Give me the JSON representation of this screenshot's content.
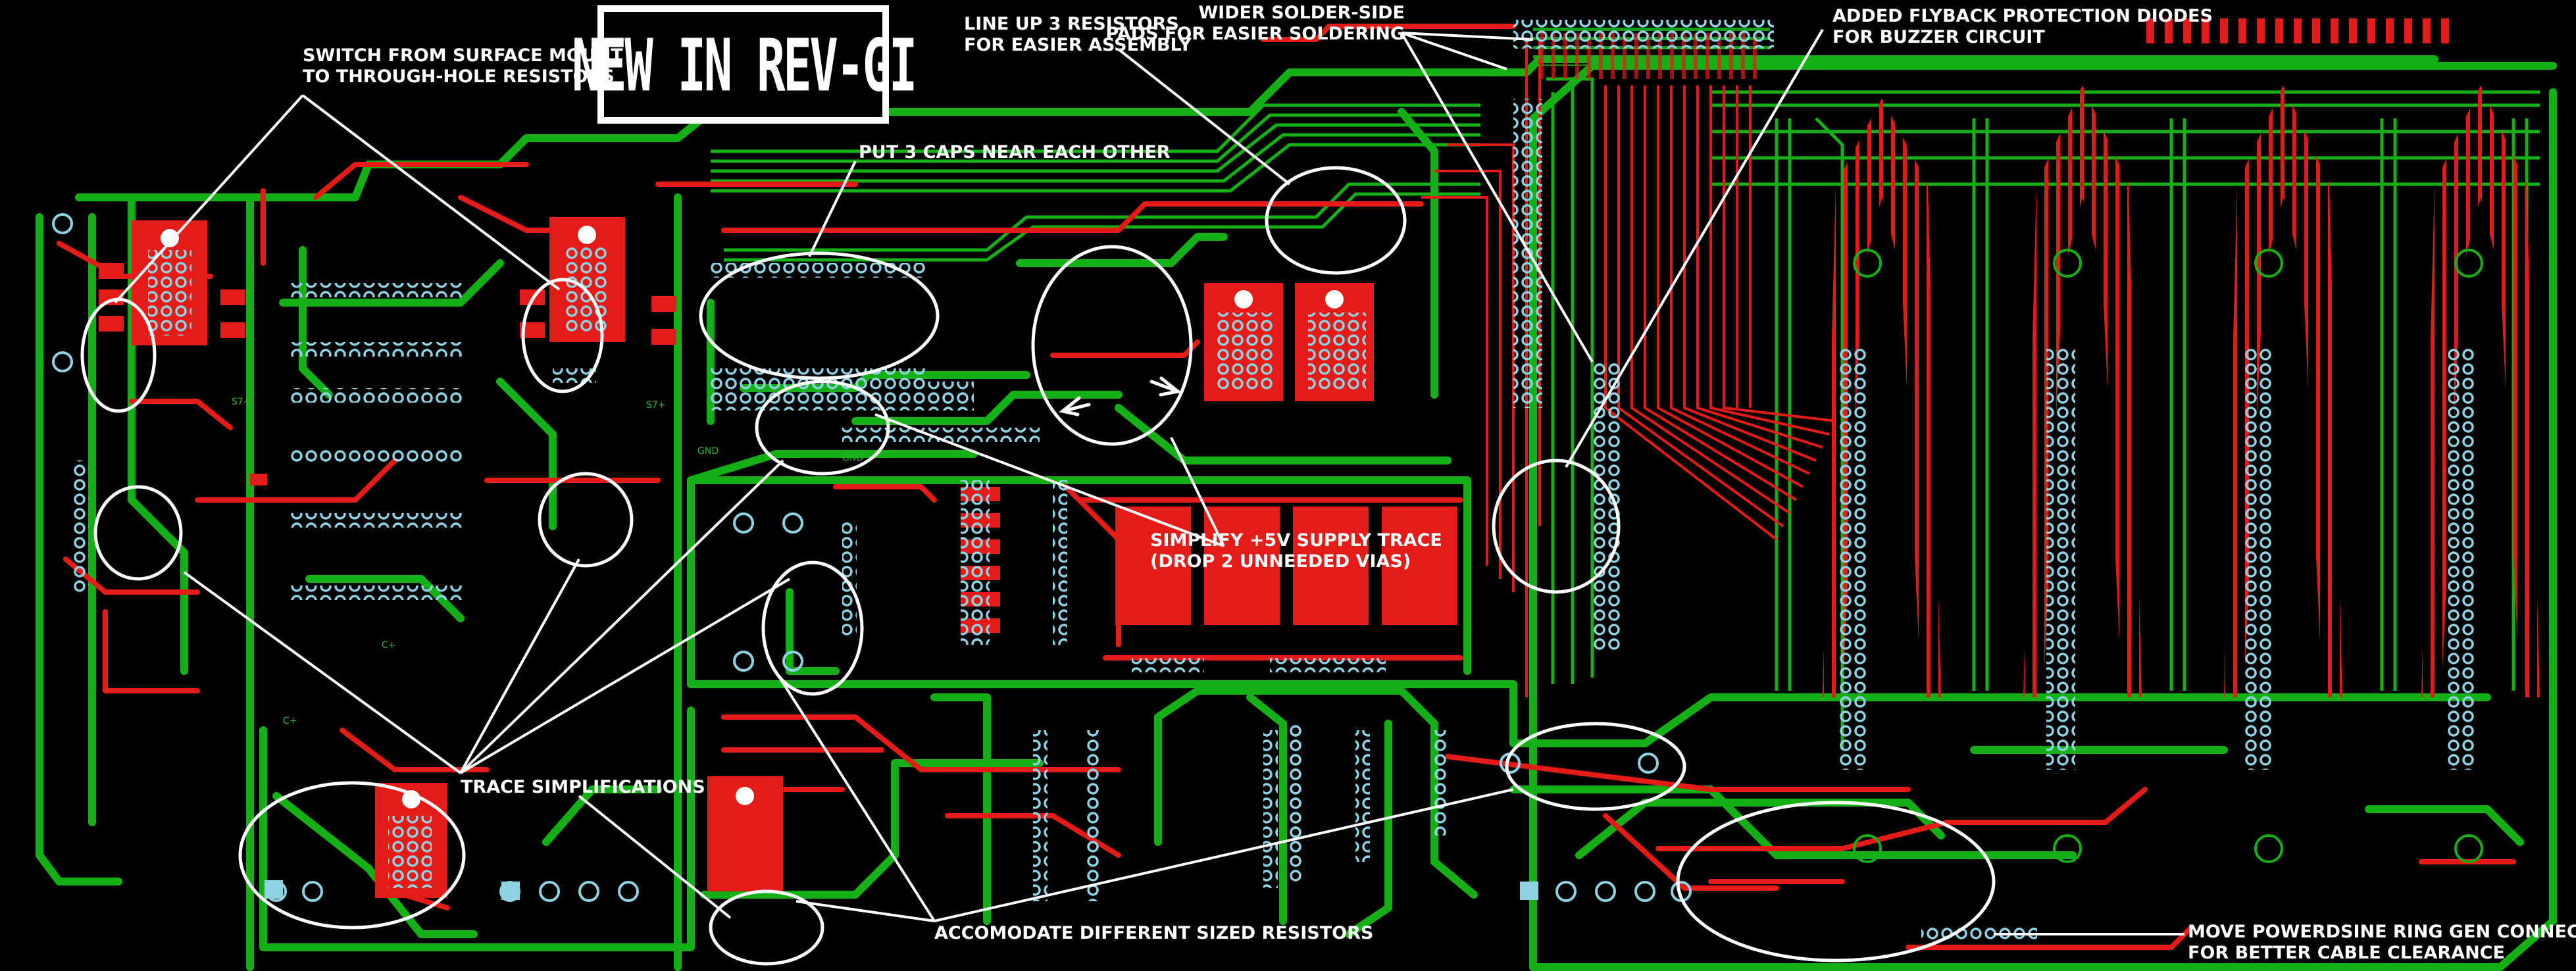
{
  "title": "NEW IN REV-GI",
  "colors": {
    "background": "#000000",
    "top_copper": "#e41b17",
    "bottom_copper": "#15b015",
    "pad": "#8fd3e3",
    "annotation": "#ffffff"
  },
  "annotations": {
    "smd_to_th": [
      "SWITCH FROM SURFACE MOUNT",
      "TO THROUGH-HOLE RESISTORS"
    ],
    "line_up": [
      "LINE UP 3 RESISTORS",
      "FOR EASIER ASSEMBLY"
    ],
    "wider_pads": [
      "WIDER SOLDER-SIDE",
      "PADS FOR EASIER SOLDERING"
    ],
    "flyback": [
      "ADDED FLYBACK PROTECTION DIODES",
      "FOR BUZZER CIRCUIT"
    ],
    "caps": [
      "PUT 3 CAPS NEAR EACH OTHER"
    ],
    "supply": [
      "SIMPLIFY +5V SUPPLY TRACE",
      "(DROP 2 UNNEEDED VIAS)"
    ],
    "trace_simpl": [
      "TRACE SIMPLIFICATIONS"
    ],
    "resistors": [
      "ACCOMODATE DIFFERENT SIZED RESISTORS"
    ],
    "powerdsine": [
      "MOVE POWERDSINE RING GEN CONNECTOR",
      "FOR BETTER CABLE CLEARANCE"
    ]
  },
  "silkscreen": {
    "gnd_1": "GND",
    "gnd_2": "GND",
    "s_plus_1": "S7+",
    "s_plus_2": "S7+",
    "s_plus_3": "C+",
    "s_plus_4": "C+"
  }
}
